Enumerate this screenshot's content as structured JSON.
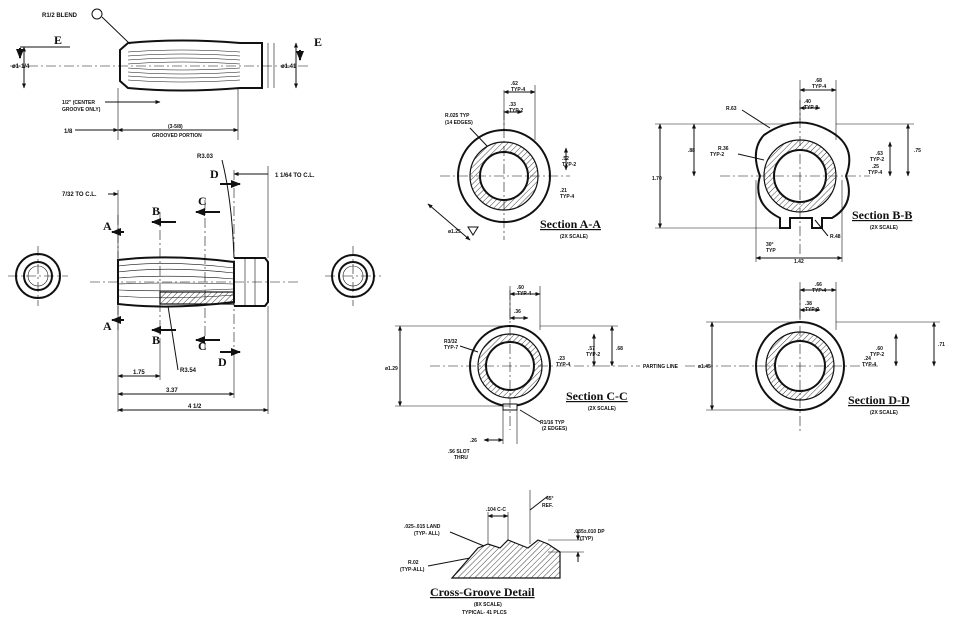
{
  "elevation": {
    "blend": "R1/2 BLEND",
    "od_left": "ø1-1/4",
    "od_right": "ø1.41",
    "center_groove": "1/2\" (CENTER",
    "center_groove2": "GROOVE ONLY)",
    "grooved_len": "(3-5/8)",
    "grooved_text": "GROOVED PORTION",
    "one_eighth": "1/8",
    "seven_32": "7/32 TO C.L.",
    "r303": "R3.03",
    "one_64": "1 1/64 TO C.L.",
    "len_175": "1.75",
    "r354": "R3.54",
    "len_337": "3.37",
    "len_overall": "4 1/2",
    "cut_a": "A",
    "cut_b": "B",
    "cut_c": "C",
    "cut_d": "D",
    "cut_e": "E"
  },
  "section_a": {
    "title": "Section A-A",
    "scale": "(2X SCALE)",
    "r025": "R.025 TYP",
    "edges": "(14 EDGES)",
    "d62": ".62",
    "typ4": "TYP-4",
    "d33": ".33",
    "typ2": "TYP-2",
    "d52": ".52",
    "typ2b": "TYP-2",
    "d21": ".21",
    "typ4b": "TYP-4",
    "dia": "ø1.25"
  },
  "section_b": {
    "title": "Section B-B",
    "scale": "(2X SCALE)",
    "r63": "R.63",
    "d68": ".68",
    "typ4": "TYP-4",
    "d40": ".40",
    "typ2": "TYP-2",
    "r36": "R.36",
    "typ2b": "TYP-2",
    "d88": ".88",
    "d63": ".63",
    "typ2c": "TYP-2",
    "d75": ".75",
    "d25": ".25",
    "typ4b": "TYP-4",
    "d170": "1.70",
    "angle": "30°",
    "typ": "TYP",
    "r48": "R.48",
    "d142": "1.42"
  },
  "section_c": {
    "title": "Section C-C",
    "scale": "(2X SCALE)",
    "d60": ".60",
    "typ4": "TYP-4",
    "d36": ".36",
    "r332": "R3/32",
    "typ7": "TYP-7",
    "d57": ".57",
    "typ2": "TYP-2",
    "d23": ".23",
    "typ4b": "TYP-4",
    "d68": ".68",
    "dia": "ø1.29",
    "r116": "R1/16 TYP",
    "edges": "(2 EDGES)",
    "d26": ".26",
    "slot": ".56 SLOT",
    "thru": "THRU"
  },
  "parting": "PARTING LINE",
  "section_d": {
    "title": "Section D-D",
    "scale": "(2X SCALE)",
    "d66": ".66",
    "typ4": "TYP-4",
    "d38": ".38",
    "typ2": "TYP-2",
    "dia": "ø1.45",
    "d60": ".60",
    "typ2b": "TYP-2",
    "d71": ".71",
    "d24": ".24",
    "typ4b": "TYP-4"
  },
  "detail": {
    "title": "Cross-Groove Detail",
    "scale": "(8X SCALE)",
    "typical": "TYPICAL- 41 PLCS",
    "cc": ".104 C-C",
    "angle": "45°",
    "ref": "REF.",
    "land": ".025-.015 LAND",
    "land_typ": "(TYP- ALL)",
    "dp": ".035±.010 DP",
    "dp_typ": "(TYP)",
    "r02": "R.02",
    "r02_typ": "(TYP-ALL)"
  }
}
